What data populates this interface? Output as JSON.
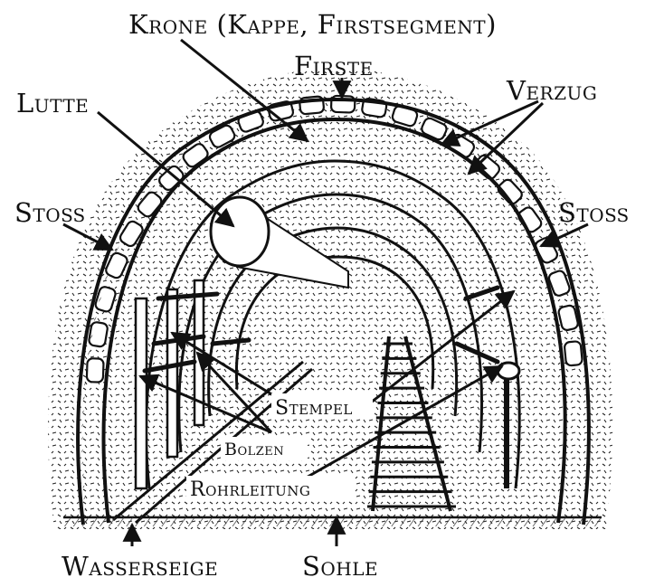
{
  "labels": {
    "krone": "Krone (Kappe, Firstsegment)",
    "firste": "Firste",
    "verzug": "Verzug",
    "lutte": "Lutte",
    "stoss_left": "Stoß",
    "stoss_right": "Stoß",
    "stempel": "Stempel",
    "bolzen": "Bolzen",
    "rohrleitung": "Rohrleitung",
    "wasserseige": "Wasserseige",
    "sohle": "Sohle"
  },
  "colors": {
    "ink": "#111111",
    "paper": "#ffffff"
  }
}
